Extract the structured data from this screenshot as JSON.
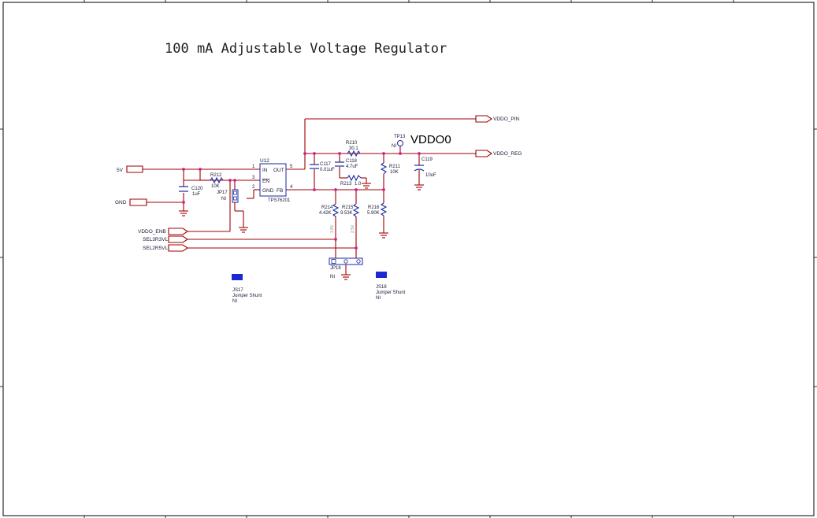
{
  "title": "100 mA Adjustable Voltage Regulator",
  "colors": {
    "wire": "#a00000",
    "component": "#1a2aa0",
    "junction": "#d0208a",
    "text": "#1a1a3a",
    "border": "#000000",
    "shunt": "#1a2ad0"
  },
  "ports": {
    "in_5v": "5V",
    "gnd": "GND",
    "vddo_enb": "VDDO_ENB",
    "sel3r3vl": "SEL3R3VL",
    "sel2r5vl": "SEL2R5VL",
    "vddo_pin": "VDDO_PIN",
    "vddo_reg": "VDDO_REG"
  },
  "u12": {
    "ref": "U12",
    "part": "TPS76201",
    "pin_in": "IN",
    "pin_en": "EN",
    "pin_gnd": "GND",
    "pin_out": "OUT",
    "pin_fb": "FB",
    "num_in": "1",
    "num_en": "3",
    "num_gnd": "2",
    "num_out": "5",
    "num_fb": "4"
  },
  "components": {
    "c120_ref": "C120",
    "c120_val": "1uF",
    "r212_ref": "R212",
    "r212_val": "10K",
    "jp17_ref": "JP17",
    "jp17_ni": "NI",
    "c117_ref": "C117",
    "c117_val": "0.01uF",
    "c118_ref": "C118",
    "c118_val": "4.7uF",
    "r210_ref": "R210",
    "r210_val": "30.1",
    "r213_ref": "R213",
    "r213_val": "1.0",
    "r211_ref": "R211",
    "r211_val": "10K",
    "c119_ref": "C119",
    "c119_val": "10uF",
    "tp13_ref": "TP13",
    "tp13_ni": "NI",
    "vddo_label": "VDDO0",
    "r214_ref": "R214",
    "r214_val": "4.42K",
    "r215_ref": "R215",
    "r215_val": "9.53K",
    "r216_ref": "R216",
    "r216_val": "5.90K",
    "jp18_ref": "JP18",
    "jp18_ni": "NI",
    "js17_ref": "JS17",
    "js17_desc": "Jumper Shunt",
    "js17_ni": "NI",
    "js18_ref": "JS18",
    "js18_desc": "Jumper Shunt",
    "js18_ni": "NI",
    "v_1v8": "1.8V",
    "v_2v5": "2.5V"
  }
}
